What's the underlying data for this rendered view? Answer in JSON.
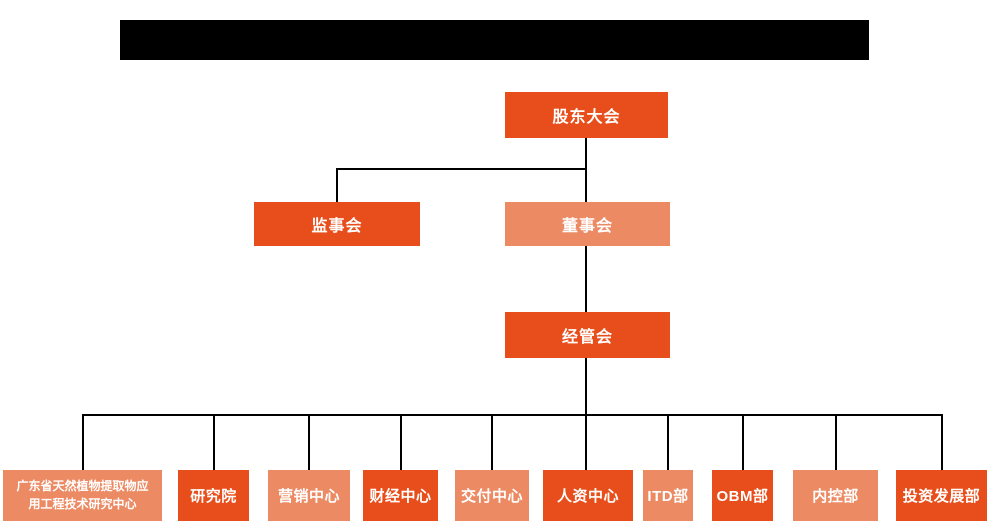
{
  "colors": {
    "node_primary": "#e84e1b",
    "node_secondary": "#ec8a63",
    "connector": "#000000",
    "redaction": "#000000",
    "text": "#ffffff",
    "background": "#ffffff"
  },
  "org_chart": {
    "type": "organization-chart",
    "level1": {
      "label": "股东大会"
    },
    "level2": [
      {
        "label": "监事会"
      },
      {
        "label": "董事会"
      }
    ],
    "level3": {
      "label": "经管会"
    },
    "departments": [
      {
        "label": "广东省天然植物提取物应用工程技术研究中心"
      },
      {
        "label": "研究院"
      },
      {
        "label": "营销中心"
      },
      {
        "label": "财经中心"
      },
      {
        "label": "交付中心"
      },
      {
        "label": "人资中心"
      },
      {
        "label": "ITD部"
      },
      {
        "label": "OBM部"
      },
      {
        "label": "内控部"
      },
      {
        "label": "投资发展部"
      }
    ]
  }
}
